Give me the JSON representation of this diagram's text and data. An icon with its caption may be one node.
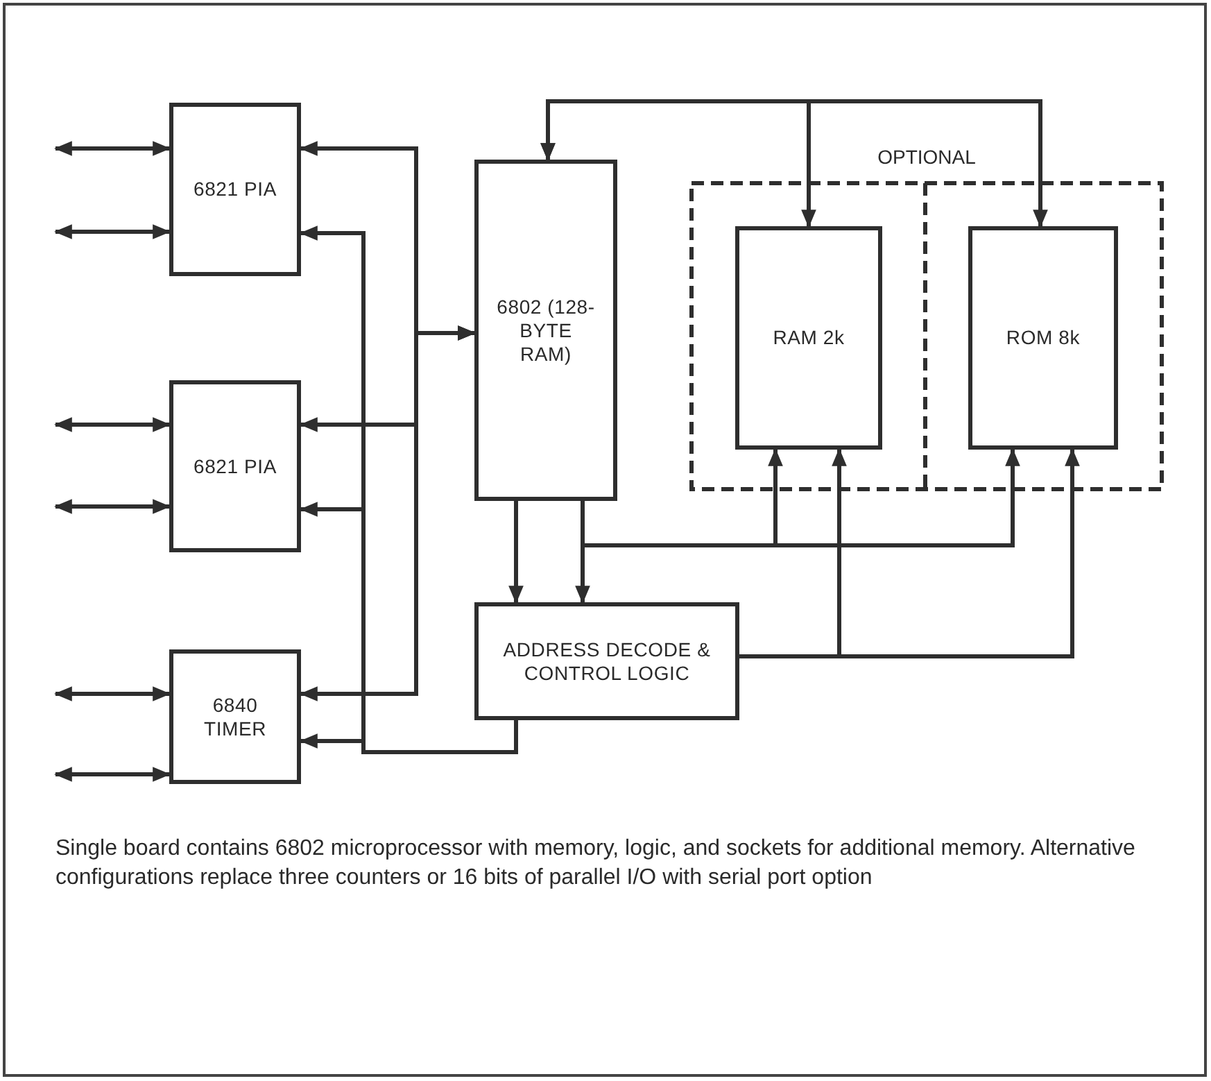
{
  "diagram": {
    "caption": "Single board contains 6802 microprocessor with memory, logic, and sockets for additional memory. Alternative configurations replace three counters or 16 bits of parallel I/O with serial port option",
    "nodes": [
      {
        "text": [
          "6821 PIA"
        ]
      },
      {
        "text": [
          "6821 PIA"
        ]
      },
      {
        "text": [
          "6840 TIMER"
        ]
      },
      {
        "text": [
          "6802 (128-BYTE RAM)"
        ]
      },
      {
        "text": [
          "OPTIONAL"
        ]
      },
      {
        "text": [
          "RAM 2k"
        ],
        "in": 4
      },
      {
        "text": [
          "ROM 8k"
        ],
        "in": 4
      },
      {
        "text": [
          "ADDRESS DECODE & CONTROL LOGIC"
        ]
      }
    ],
    "edges": [
      {
        "from": null,
        "to": 0,
        "arrow": "both"
      },
      {
        "from": null,
        "to": 0,
        "arrow": "both"
      },
      {
        "from": null,
        "to": 1,
        "arrow": "both"
      },
      {
        "from": null,
        "to": 1,
        "arrow": "both"
      },
      {
        "from": null,
        "to": 2,
        "arrow": "both"
      },
      {
        "from": null,
        "to": 2,
        "arrow": "both"
      },
      {
        "from": 3,
        "to": 0,
        "arrow": "both"
      },
      {
        "from": 3,
        "to": 1,
        "arrow": "both"
      },
      {
        "from": 3,
        "to": 2,
        "arrow": "both"
      },
      {
        "from": 7,
        "to": 0,
        "arrow": "to"
      },
      {
        "from": 7,
        "to": 1,
        "arrow": "to"
      },
      {
        "from": 7,
        "to": 2,
        "arrow": "to"
      },
      {
        "from": 3,
        "to": 5,
        "arrow": "both"
      },
      {
        "from": 3,
        "to": 6,
        "arrow": "both"
      },
      {
        "from": 3,
        "to": 7,
        "arrow": "to"
      },
      {
        "from": 3,
        "to": 7,
        "arrow": "to"
      },
      {
        "from": 3,
        "to": 5,
        "arrow": "to"
      },
      {
        "from": 3,
        "to": 6,
        "arrow": "to"
      },
      {
        "from": 7,
        "to": 5,
        "arrow": "to"
      },
      {
        "from": 7,
        "to": 6,
        "arrow": "to"
      }
    ]
  }
}
